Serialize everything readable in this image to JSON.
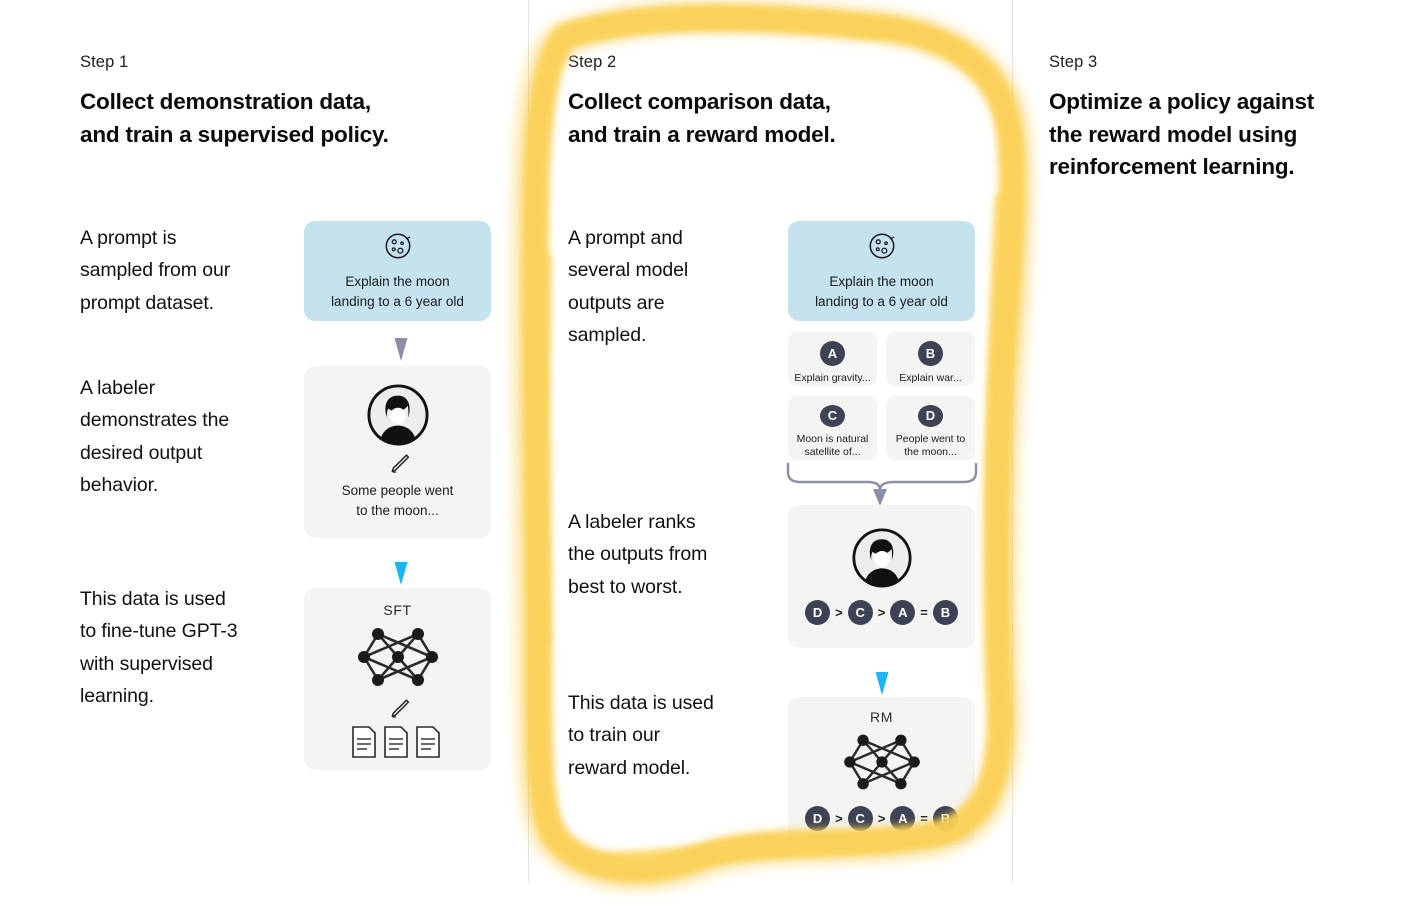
{
  "columns": [
    {
      "step_label": "Step 1",
      "title": "Collect demonstration data,\nand train a supervised policy.",
      "paragraphs": [
        "A prompt is\nsampled from our\nprompt dataset.",
        "A labeler\ndemonstrates the\ndesired output\nbehavior.",
        "This data is used\nto fine-tune GPT-3\nwith supervised\nlearning."
      ],
      "prompt_card": {
        "icon": "moon-icon",
        "text": "Explain the moon\nlanding to a 6 year old"
      },
      "labeler_card": {
        "avatar_icon": "person-avatar-icon",
        "pencil_icon": "pencil-icon",
        "text": "Some people went\nto the moon..."
      },
      "model_card": {
        "label": "SFT",
        "network_icon": "neural-network-icon",
        "pencil_icon": "pencil-icon",
        "documents_icon": "document-stack-icon"
      }
    },
    {
      "step_label": "Step 2",
      "title": "Collect comparison data,\nand train a reward model.",
      "paragraphs": [
        "A prompt and\nseveral model\noutputs are\nsampled.",
        "A labeler ranks\nthe outputs from\nbest to worst.",
        "This data is used\nto train our\nreward model."
      ],
      "prompt_card": {
        "icon": "moon-icon",
        "text": "Explain the moon\nlanding to a 6 year old"
      },
      "options": [
        {
          "badge": "A",
          "text": "Explain gravity..."
        },
        {
          "badge": "B",
          "text": "Explain war..."
        },
        {
          "badge": "C",
          "text": "Moon is natural\nsatellite of..."
        },
        {
          "badge": "D",
          "text": "People went to\nthe moon..."
        }
      ],
      "ranking_card": {
        "avatar_icon": "person-avatar-icon",
        "ranking": [
          {
            "type": "badge",
            "value": "D"
          },
          {
            "type": "op",
            "value": ">"
          },
          {
            "type": "badge",
            "value": "C"
          },
          {
            "type": "op",
            "value": ">"
          },
          {
            "type": "badge",
            "value": "A"
          },
          {
            "type": "op",
            "value": "="
          },
          {
            "type": "badge",
            "value": "B"
          }
        ]
      },
      "reward_model_card": {
        "label": "RM",
        "network_icon": "neural-network-icon",
        "ranking": [
          {
            "type": "badge",
            "value": "D"
          },
          {
            "type": "op",
            "value": ">"
          },
          {
            "type": "badge",
            "value": "C"
          },
          {
            "type": "op",
            "value": ">"
          },
          {
            "type": "badge",
            "value": "A"
          },
          {
            "type": "op",
            "value": "="
          },
          {
            "type": "badge",
            "value": "B"
          }
        ]
      }
    },
    {
      "step_label": "Step 3",
      "title": "Optimize a policy against\nthe reward model using\nreinforcement learning."
    }
  ],
  "annotation": {
    "name": "yellow-highlighter-loop",
    "color": "#F9CE4B",
    "opacity": 0.85,
    "encircles": "Step 2"
  },
  "colors": {
    "prompt_card_bg": "#c5e2ef",
    "card_bg": "#f4f4f2",
    "badge_bg": "#3d4255",
    "arrow_gray": "#8d8fa6",
    "arrow_blue": "#19b5f5",
    "divider": "#e3e3e3",
    "text": "#111114",
    "highlighter": "#F9CE4B"
  }
}
